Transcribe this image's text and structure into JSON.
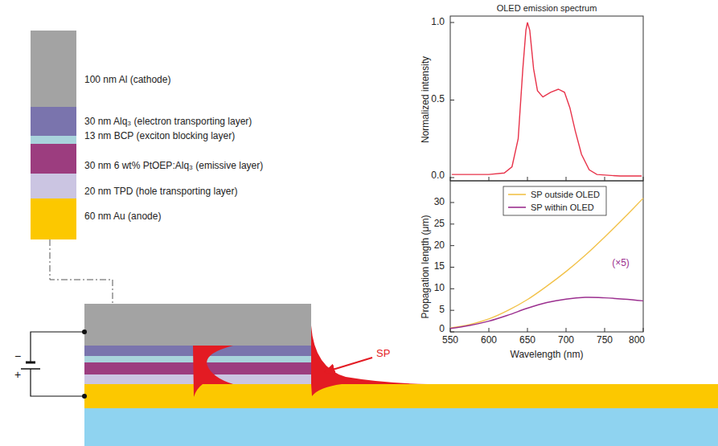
{
  "diagram": {
    "labels": [
      "OLED emission spectrum",
      "1.0",
      "0.5",
      "0.0",
      "Normalized intensity",
      "30",
      "25",
      "20",
      "15",
      "10",
      "5",
      "0",
      "Propagation length (μm)",
      "550",
      "600",
      "650",
      "700",
      "750",
      "800",
      "Wavelength (nm)",
      "(×5)",
      "SP",
      "−",
      "+"
    ],
    "legend": [
      {
        "text": "100 nm Al (cathode)",
        "color": "#a3a3a3"
      },
      {
        "text": "30 nm Alq₃ (electron transporting layer)",
        "color": "#7a74ad"
      },
      {
        "text": "13 nm BCP (exciton blocking layer)",
        "color": "#a9d3dc"
      },
      {
        "text": "30 nm 6 wt% PtOEP:Alq₃ (emissive layer)",
        "color": "#9c3d7f"
      },
      {
        "text": "20 nm TPD (hole transporting layer)",
        "color": "#cbc5e2"
      },
      {
        "text": "60 nm Au (anode)",
        "color": "#fcc800"
      },
      {
        "text": "SP outside OLED"
      },
      {
        "text": "SP within OLED"
      }
    ]
  }
}
